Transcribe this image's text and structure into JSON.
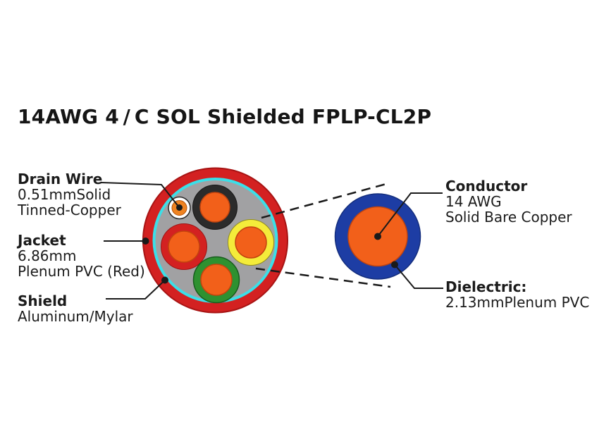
{
  "title": "14AWG 4 / C SOL Shielded FPLP-CL2P",
  "labels": {
    "drain_wire": {
      "heading": "Drain Wire",
      "lines": [
        "0.51mmSolid",
        "Tinned-Copper"
      ]
    },
    "jacket": {
      "heading": "Jacket",
      "lines": [
        "6.86mm",
        "Plenum PVC (Red)"
      ]
    },
    "shield": {
      "heading": "Shield",
      "lines": [
        "Aluminum/Mylar"
      ]
    },
    "conductor": {
      "heading": "Conductor",
      "lines": [
        "14 AWG",
        "Solid Bare Copper"
      ]
    },
    "dielectric": {
      "heading": "Dielectric:",
      "lines": [
        "2.13mmPlenum PVC"
      ]
    }
  },
  "colors": {
    "jacket_red": "#d32121",
    "jacket_rim": "#a81414",
    "shield_cyan": "#3bdfe8",
    "filler_gray": "#a1a1a3",
    "conductor_orange": "#f2601a",
    "conductor_orange_rim": "#c2440e",
    "insulation_black": "#2b2b2b",
    "insulation_red": "#d32121",
    "insulation_yellow": "#f4ec3a",
    "insulation_green": "#2e9130",
    "drain_jacket_white": "#ffffff",
    "drain_copper_orange": "#ef8321",
    "dielectric_blue": "#1d3da4",
    "line_black": "#1a1a1a",
    "text_black": "#1b1b1b"
  }
}
